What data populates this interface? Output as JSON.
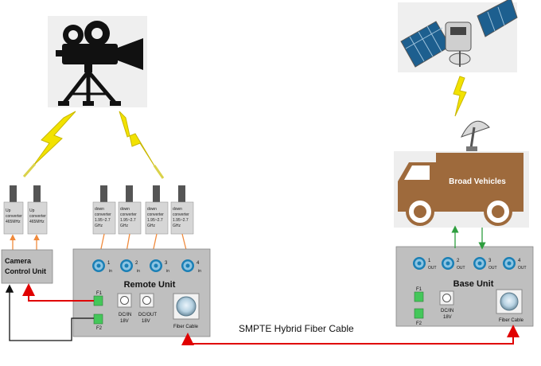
{
  "camera_control_unit": {
    "label_line1": "Camera",
    "label_line2": "Control Unit"
  },
  "up_converters": [
    {
      "line1": "Up",
      "line2": "converter",
      "line3": "465MHz"
    },
    {
      "line1": "Up",
      "line2": "converter",
      "line3": "465MHz"
    }
  ],
  "down_converters": [
    {
      "line1": "down",
      "line2": "converter",
      "line3": "1.95~2.7",
      "line4": "GHz"
    },
    {
      "line1": "down",
      "line2": "converter",
      "line3": "1.95~2.7",
      "line4": "GHz"
    },
    {
      "line1": "down",
      "line2": "converter",
      "line3": "1.95~2.7",
      "line4": "GHz"
    },
    {
      "line1": "down",
      "line2": "converter",
      "line3": "1.95~2.7",
      "line4": "GHz"
    }
  ],
  "remote_unit": {
    "title": "Remote Unit",
    "ports": [
      {
        "num": "1",
        "dir": "in"
      },
      {
        "num": "2",
        "dir": "in"
      },
      {
        "num": "3",
        "dir": "in"
      },
      {
        "num": "4",
        "dir": "in"
      }
    ],
    "f1": "F1",
    "f2": "F2",
    "dc_in_line1": "DC/IN",
    "dc_in_line2": "18V",
    "dc_out_line1": "DC/OUT",
    "dc_out_line2": "18V",
    "fiber_label": "Fiber Cable"
  },
  "base_unit": {
    "title": "Base Unit",
    "ports": [
      {
        "num": "1",
        "dir": "OUT"
      },
      {
        "num": "2",
        "dir": "OUT"
      },
      {
        "num": "3",
        "dir": "OUT"
      },
      {
        "num": "4",
        "dir": "OUT"
      }
    ],
    "f1": "F1",
    "f2": "F2",
    "dc_in_line1": "DC/IN",
    "dc_in_line2": "18V",
    "fiber_label": "Fiber Cable"
  },
  "truck": {
    "label": "Broad Vehicles"
  },
  "cable_label": "SMPTE Hybrid Fiber Cable",
  "colors": {
    "unit_fill": "#bfbfbf",
    "truck_brown": "#9e6a3c",
    "lightning_yellow": "#f2e200",
    "red_cable": "#e00000",
    "orange_link": "#f08a3c",
    "green_link": "#2e9e3e",
    "port_blue": "#1a7fb5",
    "fiber_green": "#44c75a"
  }
}
